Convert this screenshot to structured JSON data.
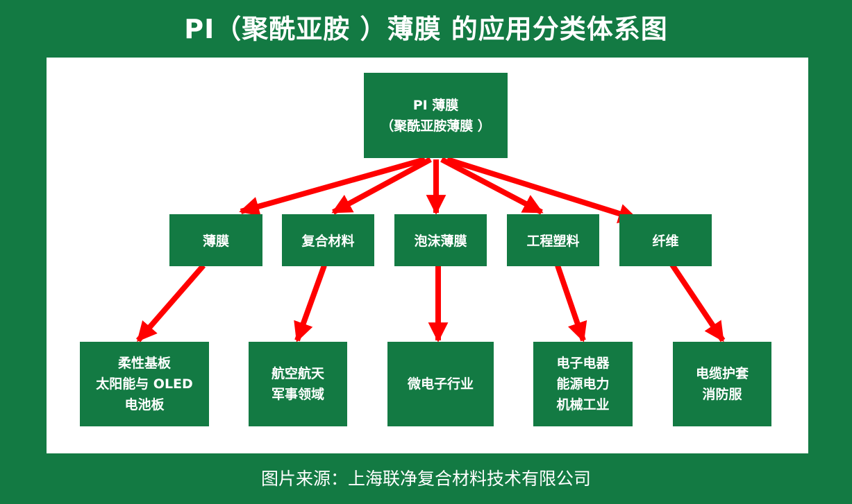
{
  "title": "PI（聚酰亚胺 ）薄膜 的应用分类体系图",
  "colors": {
    "background": "#137a43",
    "panel": "#ffffff",
    "node_fill": "#137a43",
    "node_text": "#ffffff",
    "arrow": "#ff0000"
  },
  "root": {
    "lines": [
      "PI 薄膜",
      "（聚酰亚胺薄膜 ）"
    ]
  },
  "categories": [
    {
      "label": "薄膜"
    },
    {
      "label": "复合材料"
    },
    {
      "label": "泡沫薄膜"
    },
    {
      "label": "工程塑料"
    },
    {
      "label": "纤维"
    }
  ],
  "applications": [
    {
      "parent": "薄膜",
      "lines": [
        "柔性基板",
        "太阳能与 OLED",
        "电池板"
      ]
    },
    {
      "parent": "复合材料",
      "lines": [
        "航空航天",
        "军事领域"
      ]
    },
    {
      "parent": "泡沫薄膜",
      "lines": [
        "微电子行业"
      ]
    },
    {
      "parent": "工程塑料",
      "lines": [
        "电子电器",
        "能源电力",
        "机械工业"
      ]
    },
    {
      "parent": "纤维",
      "lines": [
        "电缆护套",
        "消防服"
      ]
    }
  ],
  "edges": [
    [
      "PI 薄膜",
      "薄膜"
    ],
    [
      "PI 薄膜",
      "复合材料"
    ],
    [
      "PI 薄膜",
      "泡沫薄膜"
    ],
    [
      "PI 薄膜",
      "工程塑料"
    ],
    [
      "PI 薄膜",
      "纤维"
    ],
    [
      "薄膜",
      "柔性基板"
    ],
    [
      "复合材料",
      "航空航天"
    ],
    [
      "泡沫薄膜",
      "微电子行业"
    ],
    [
      "工程塑料",
      "电子电器"
    ],
    [
      "纤维",
      "电缆护套"
    ]
  ],
  "footer": "图片来源：上海联净复合材料技术有限公司"
}
